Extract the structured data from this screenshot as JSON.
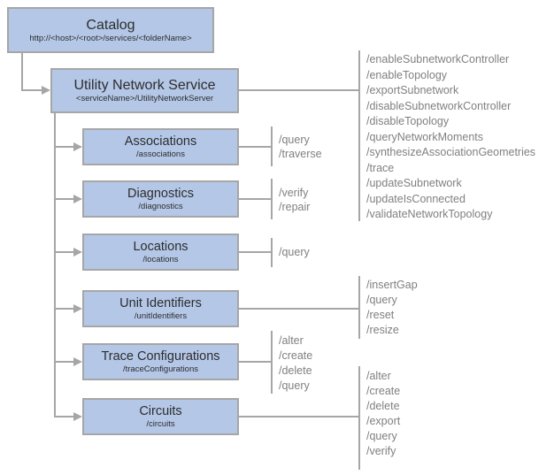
{
  "diagram": {
    "colors": {
      "background": "#ffffff",
      "box_fill": "#b4c7e7",
      "box_border": "#a6a6a6",
      "connector": "#a6a6a6",
      "title_text": "#2d2d2d",
      "operation_text": "#808080"
    },
    "catalog": {
      "title": "Catalog",
      "subtitle": "http://<host>/<root>/services/<folderName>"
    },
    "service": {
      "title": "Utility Network Service",
      "subtitle": "<serviceName>/UtilityNetworkServer",
      "operations": [
        "/enableSubnetworkController",
        "/enableTopology",
        "/exportSubnetwork",
        "/disableSubnetworkController",
        "/disableTopology",
        "/queryNetworkMoments",
        "/synthesizeAssociationGeometries",
        "/trace",
        "/updateSubnetwork",
        "/updateIsConnected",
        "/validateNetworkTopology"
      ]
    },
    "children": [
      {
        "title": "Associations",
        "subtitle": "/associations",
        "operations": [
          "/query",
          "/traverse"
        ]
      },
      {
        "title": "Diagnostics",
        "subtitle": "/diagnostics",
        "operations": [
          "/verify",
          "/repair"
        ]
      },
      {
        "title": "Locations",
        "subtitle": "/locations",
        "operations": [
          "/query"
        ]
      },
      {
        "title": "Unit Identifiers",
        "subtitle": "/unitIdentifiers",
        "operations": [
          "/insertGap",
          "/query",
          "/reset",
          "/resize"
        ]
      },
      {
        "title": "Trace Configurations",
        "subtitle": "/traceConfigurations",
        "operations": [
          "/alter",
          "/create",
          "/delete",
          "/query"
        ]
      },
      {
        "title": "Circuits",
        "subtitle": "/circuits",
        "operations": [
          "/alter",
          "/create",
          "/delete",
          "/export",
          "/query",
          "/verify"
        ]
      }
    ]
  }
}
